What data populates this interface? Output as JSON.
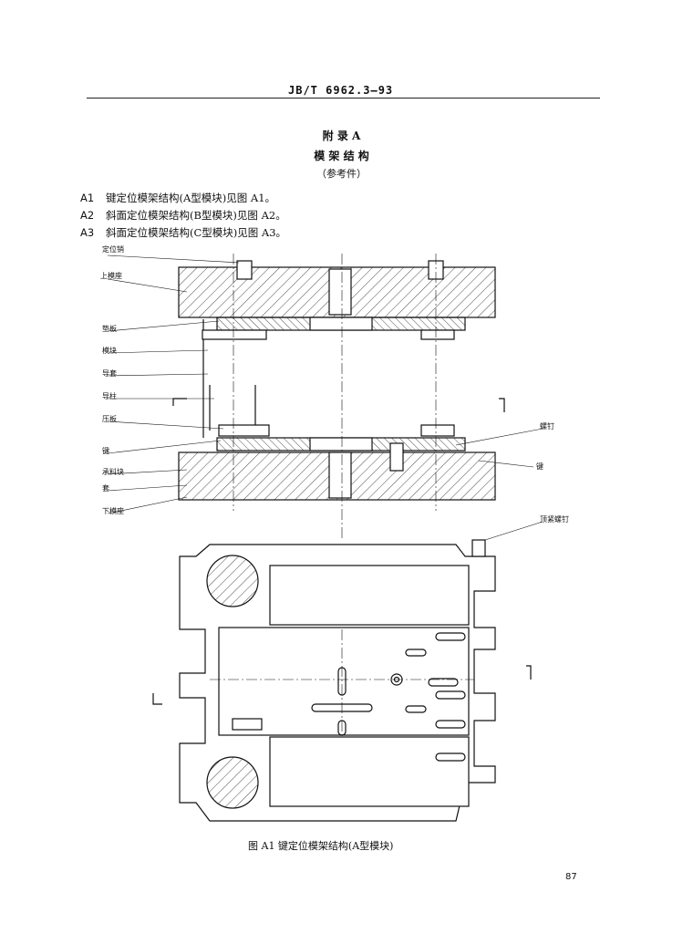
{
  "header": {
    "standard_no": "JB/T 6962.3—93"
  },
  "appendix": {
    "title": "附  录  A",
    "subtitle": "模  架  结  构",
    "note": "（参考件）"
  },
  "items": [
    {
      "num": "A1",
      "text": "键定位模架结构(A型模块)见图 A1。"
    },
    {
      "num": "A2",
      "text": "斜面定位模架结构(B型模块)见图 A2。"
    },
    {
      "num": "A3",
      "text": "斜面定位模架结构(C型模块)见图 A3。"
    }
  ],
  "figure": {
    "labels_left": [
      "定位销",
      "上模座",
      "垫板",
      "模块",
      "导套",
      "导柱",
      "压板",
      "键",
      "承料块",
      "套",
      "下模座"
    ],
    "labels_right": [
      "螺钉",
      "键",
      "顶紧螺钉"
    ],
    "caption": "图 A1   键定位模架结构(A型模块)"
  },
  "page": {
    "number": "87"
  }
}
